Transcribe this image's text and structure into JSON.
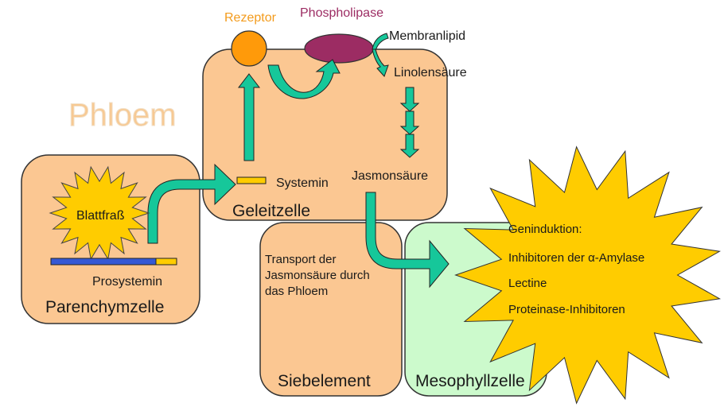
{
  "title": "Phloem",
  "colors": {
    "cell_orange": "#fbc792",
    "cell_green": "#ccfacc",
    "arrow": "#16c79a",
    "star": "#ffcc00",
    "receptor": "#ff9a0a",
    "phospholipase": "#9c2c63",
    "prosystemin_blue": "#3659d4",
    "title_color": "#f7c993"
  },
  "cells": {
    "parenchym": "Parenchymzelle",
    "geleit": "Geleitzelle",
    "siebelement": "Siebelement",
    "mesophyll": "Mesophyllzelle"
  },
  "labels": {
    "rezeptor": "Rezeptor",
    "phospholipase": "Phospholipase",
    "membranlipid": "Membranlipid",
    "linolensaeure": "Linolensäure",
    "jasmonsaeure": "Jasmonsäure",
    "systemin": "Systemin",
    "blattfrass": "Blattfraß",
    "prosystemin": "Prosystemin",
    "transport": [
      "Transport der",
      "Jasmonsäure durch",
      "das Phloem"
    ]
  },
  "geninduktion": {
    "heading": "Geninduktion:",
    "items": [
      "Inhibitoren der α-Amylase",
      "Lectine",
      "Proteinase-Inhibitoren"
    ]
  }
}
